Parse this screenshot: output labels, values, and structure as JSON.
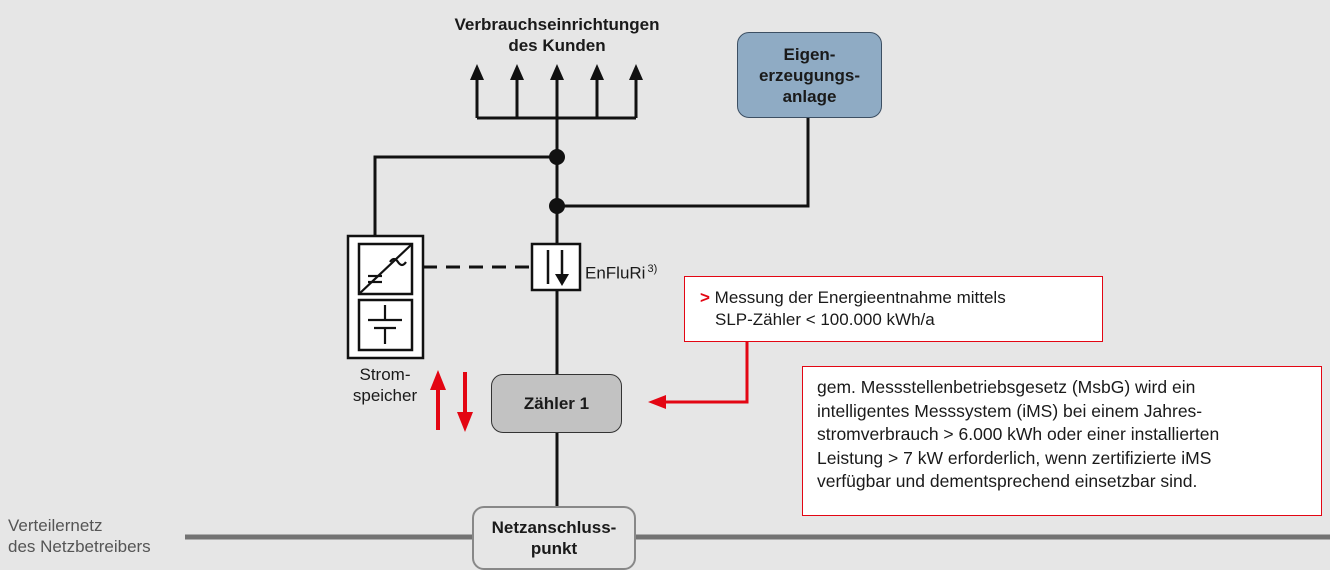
{
  "consumers_label": [
    "Verbrauchseinrichtungen",
    "des Kunden"
  ],
  "generation_box": [
    "Eigen-",
    "erzeugungs-",
    "anlage"
  ],
  "enfluri_label": "EnFluRi",
  "enfluri_footnote": "3)",
  "storage_label": [
    "Strom-",
    "speicher"
  ],
  "meter_box": "Zähler 1",
  "grid_connection_box": [
    "Netzanschluss-",
    "punkt"
  ],
  "grid_label": [
    "Verteilernetz",
    "des Netzbetreibers"
  ],
  "measurement_note": {
    "bullet": ">",
    "lines": [
      "Messung der Energieentnahme mittels",
      "SLP-Zähler < 100.000 kWh/a"
    ]
  },
  "msbg_note": [
    "gem. Messstellenbetriebsgesetz (MsbG) wird ein",
    "intelligentes Messsystem (iMS) bei einem Jahres-",
    "stromverbrauch > 6.000 kWh oder einer installierten",
    "Leistung > 7 kW erforderlich, wenn zertifizierte iMS",
    "verfügbar und dementsprechend einsetzbar sind."
  ],
  "colors": {
    "background": "#e6e6e6",
    "generation_fill": "#8fabc4",
    "meter_fill": "#c2c2c2",
    "accent_red": "#e30613",
    "grid_line": "#737373"
  }
}
